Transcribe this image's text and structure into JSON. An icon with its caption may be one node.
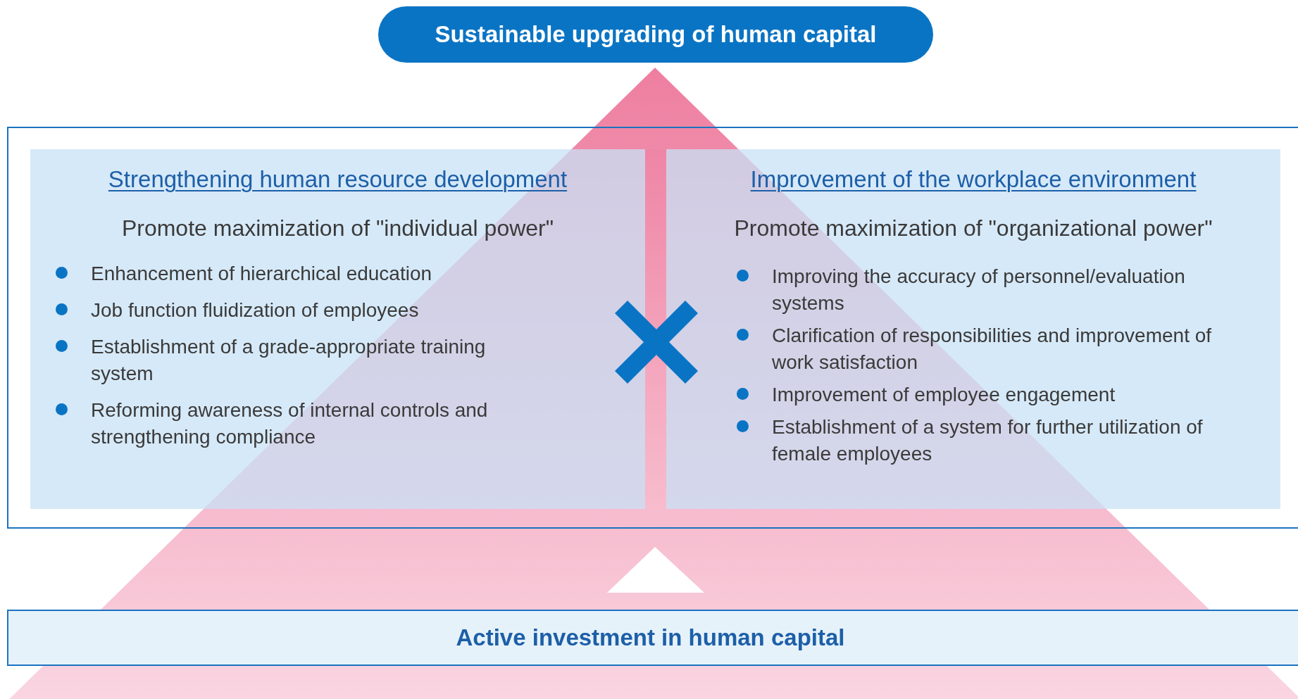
{
  "diagram": {
    "nodes": [
      {
        "text": [
          "Sustainable upgrading of human capital"
        ]
      },
      {
        "text": [],
        "shape": "box"
      },
      {
        "text": [
          "Strengthening human resource development",
          "Promote maximization of \"individual power\"",
          "Enhancement of hierarchical education",
          "Job function fluidization of employees",
          "Establishment of a grade-appropriate training system",
          "Reforming awareness of internal controls and strengthening compliance"
        ],
        "in": 1
      },
      {
        "text": [
          "Improvement of the workplace environment",
          "Promote maximization of \"organizational power\"",
          "Improving the accuracy of personnel/evaluation systems",
          "Clarification of responsibilities and improvement of work satisfaction",
          "Improvement of employee engagement",
          "Establishment of a system for further utilization of female employees"
        ],
        "in": 1
      },
      {
        "text": [
          "Active investment in human capital"
        ]
      }
    ],
    "edges": [
      {
        "from": 4,
        "to": 1,
        "arrow": "to"
      }
    ]
  }
}
